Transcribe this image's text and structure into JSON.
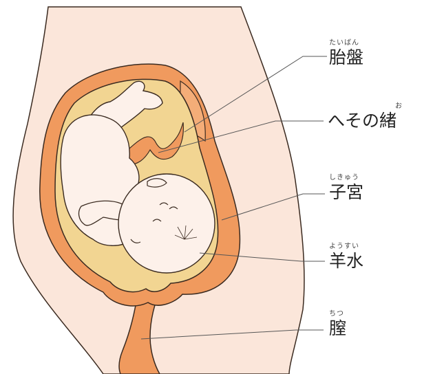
{
  "labels": {
    "placenta": {
      "ruby": "たいばん",
      "text": "胎盤"
    },
    "cord": {
      "ruby": "お",
      "text": "へその緒"
    },
    "uterus": {
      "ruby": "しきゅう",
      "text": "子宮"
    },
    "fluid": {
      "ruby": "ようすい",
      "text": "羊水"
    },
    "vagina": {
      "ruby": "ちつ",
      "text": "膣"
    }
  },
  "colors": {
    "background": "#ffffff",
    "skin": "#fbe6da",
    "uterus_wall": "#f09a5e",
    "outline": "#3a2a20",
    "amniotic_fluid": "#f2d592",
    "fetus": "#fdf1ea",
    "leader_line": "#555555"
  }
}
